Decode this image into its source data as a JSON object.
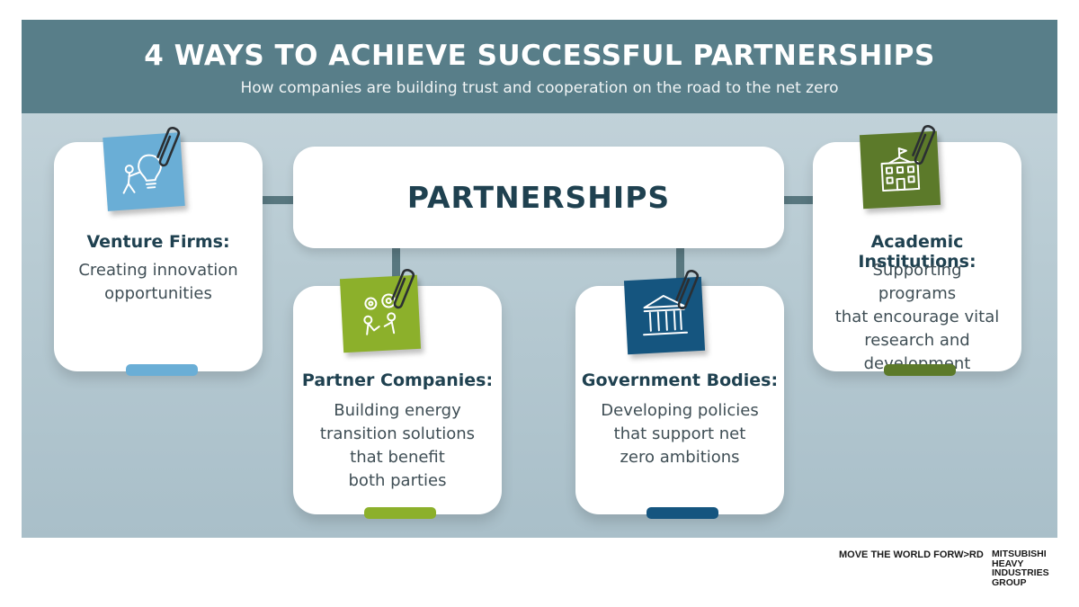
{
  "header": {
    "title": "4 WAYS TO ACHIEVE SUCCESSFUL PARTNERSHIPS",
    "subtitle": "How companies are building trust and cooperation on the road to the net zero"
  },
  "hub": {
    "label": "PARTNERSHIPS"
  },
  "cards": [
    {
      "title": "Venture Firms:",
      "description": "Creating innovation\nopportunities",
      "icon": "lightbulb-icon",
      "color": "#6aaed6"
    },
    {
      "title": "Partner Companies:",
      "description": "Building energy\ntransition solutions\nthat benefit\nboth parties",
      "icon": "gears-people-icon",
      "color": "#8cb02b"
    },
    {
      "title": "Government Bodies:",
      "description": "Developing policies\nthat support net\nzero ambitions",
      "icon": "government-building-icon",
      "color": "#15557f"
    },
    {
      "title": "Academic Institutions:",
      "description": "Supporting programs\nthat encourage vital\nresearch and\ndevelopment",
      "icon": "school-building-icon",
      "color": "#5c7a2a"
    }
  ],
  "footer": {
    "tagline": "MOVE THE WORLD FORW>RD",
    "brand_lines": [
      "MITSUBISHI",
      "HEAVY",
      "INDUSTRIES",
      "GROUP"
    ],
    "accent_color": "#e60012"
  }
}
